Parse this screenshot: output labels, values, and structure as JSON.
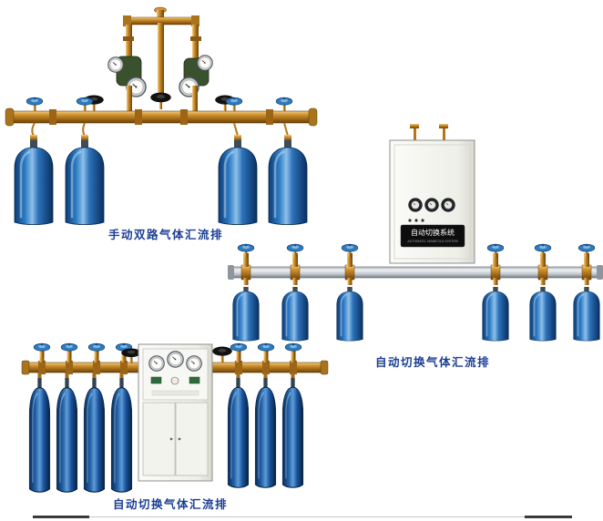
{
  "page": {
    "background": "#ffffff"
  },
  "captions": {
    "product1": "手动双路气体汇流排",
    "product2": "自动切换气体汇流排",
    "product3": "自动切换气体汇流排"
  },
  "cabinet_panel": {
    "title": "自动切换系统",
    "subtitle": "AUTOMATIC MANIFOLD SYSTEM"
  },
  "colors": {
    "caption_blue": "#1c3f94",
    "brass_pipe": "#cf9433",
    "manifold_silver": "#c2c8ce",
    "cylinder_blue": "#2f7dc6",
    "cylinder_dark_blue": "#2161a8",
    "valve_handwheel_blue": "#2e7cc0",
    "valve_handwheel_black": "#121212",
    "cabinet_white": "#f2f2ec"
  }
}
